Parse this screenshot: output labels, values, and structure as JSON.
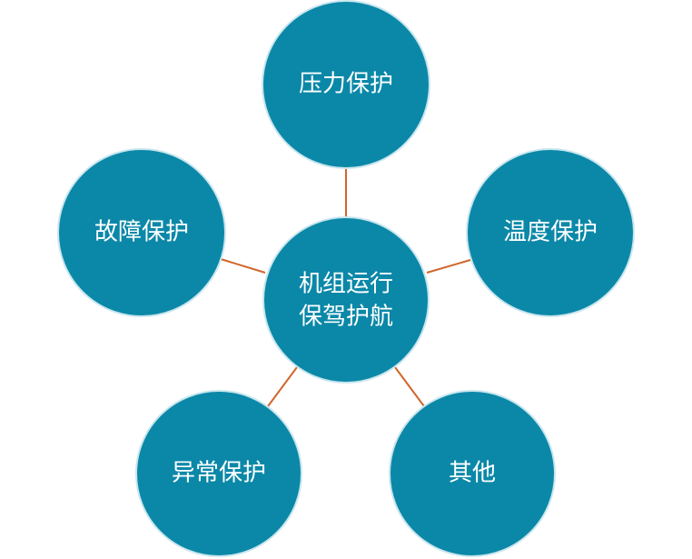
{
  "colors": {
    "node_fill": "#0b88a8",
    "node_stroke": "#c9e6ee",
    "connector": "#d0662b",
    "text": "#ffffff"
  },
  "center": {
    "line1": "机组运行",
    "line2": "保驾护航"
  },
  "nodes": {
    "pressure": "压力保护",
    "temperature": "温度保护",
    "other": "其他",
    "abnormal": "异常保护",
    "fault": "故障保护"
  }
}
